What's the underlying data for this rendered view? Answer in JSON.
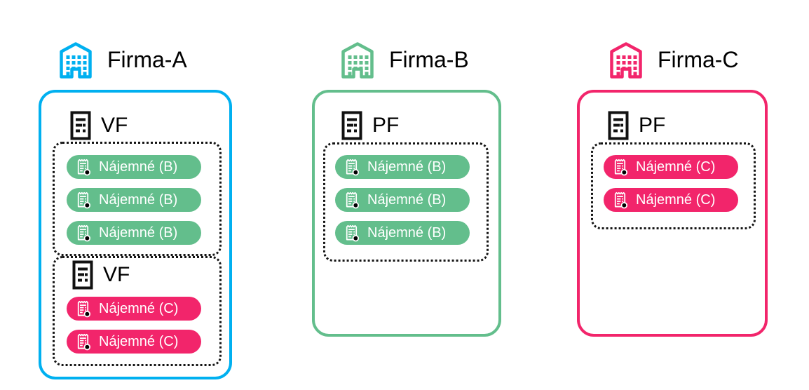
{
  "colors": {
    "firma_a_accent": "#00B0F0",
    "firma_b_accent": "#63BE8C",
    "firma_c_accent": "#F2256B",
    "green_pill": "#63BE8C",
    "pink_pill": "#F2256B",
    "dashed_border": "#141414",
    "heading_text": "#000000",
    "pill_text": "#FFFFFF"
  },
  "icons": {
    "building": "building-icon",
    "document": "document-list-icon",
    "receipt": "receipt-search-icon"
  },
  "companies": [
    {
      "name": "Firma-A",
      "documents": [
        {
          "type": "VF",
          "items": [
            "Nájemné (B)",
            "Nájemné (B)",
            "Nájemné (B)"
          ]
        },
        {
          "type": "VF",
          "items": [
            "Nájemné (C)",
            "Nájemné (C)"
          ]
        }
      ]
    },
    {
      "name": "Firma-B",
      "documents": [
        {
          "type": "PF",
          "items": [
            "Nájemné (B)",
            "Nájemné (B)",
            "Nájemné (B)"
          ]
        }
      ]
    },
    {
      "name": "Firma-C",
      "documents": [
        {
          "type": "PF",
          "items": [
            "Nájemné (C)",
            "Nájemné (C)"
          ]
        }
      ]
    }
  ]
}
